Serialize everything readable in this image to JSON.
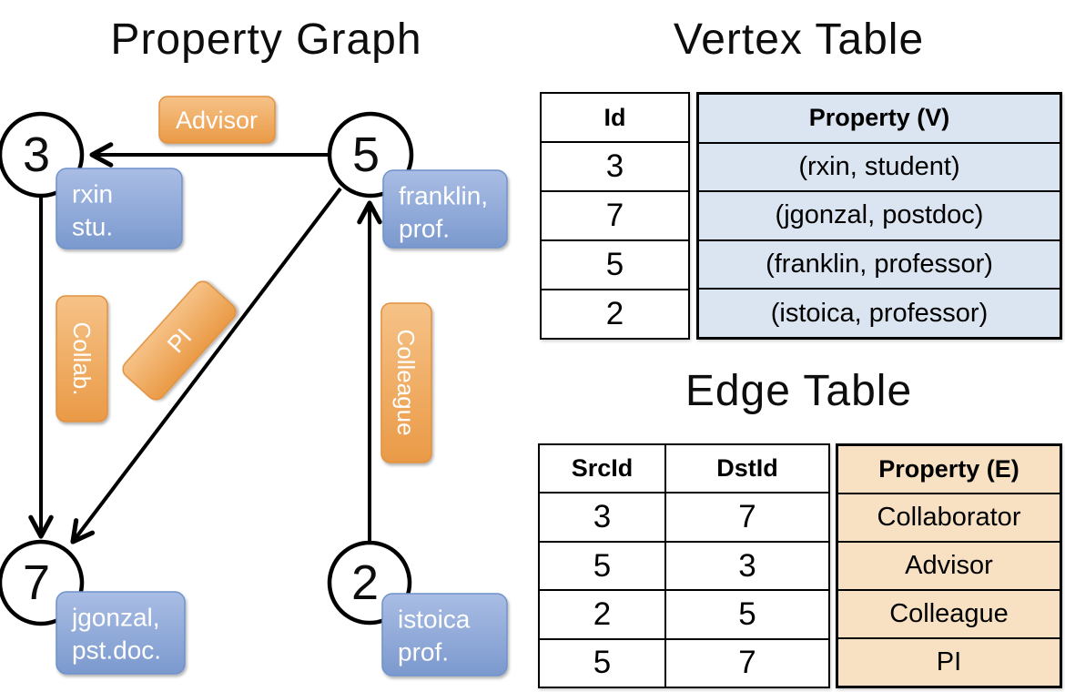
{
  "colors": {
    "edge_label_orange": "#EA9A46",
    "node_property_blue": "#7B99CE",
    "vertex_property_fill": "#DBE5F1",
    "edge_property_fill": "#F8E0C3",
    "line_black": "#000000"
  },
  "property_graph": {
    "title": "Property Graph",
    "nodes": [
      {
        "id": "3",
        "prop_line1": "rxin",
        "prop_line2": "stu."
      },
      {
        "id": "5",
        "prop_line1": "franklin,",
        "prop_line2": "prof."
      },
      {
        "id": "7",
        "prop_line1": "jgonzal,",
        "prop_line2": "pst.doc."
      },
      {
        "id": "2",
        "prop_line1": "istoica",
        "prop_line2": "prof."
      }
    ],
    "edge_labels": [
      {
        "label": "Advisor"
      },
      {
        "label": "Collab."
      },
      {
        "label": "PI"
      },
      {
        "label": "Colleague"
      }
    ]
  },
  "vertex_table": {
    "title": "Vertex Table",
    "headers": {
      "id": "Id",
      "property": "Property (V)"
    },
    "rows": [
      {
        "id": "3",
        "property": "(rxin, student)"
      },
      {
        "id": "7",
        "property": "(jgonzal, postdoc)"
      },
      {
        "id": "5",
        "property": "(franklin, professor)"
      },
      {
        "id": "2",
        "property": "(istoica, professor)"
      }
    ]
  },
  "edge_table": {
    "title": "Edge Table",
    "headers": {
      "src": "SrcId",
      "dst": "DstId",
      "property": "Property (E)"
    },
    "rows": [
      {
        "src": "3",
        "dst": "7",
        "property": "Collaborator"
      },
      {
        "src": "5",
        "dst": "3",
        "property": "Advisor"
      },
      {
        "src": "2",
        "dst": "5",
        "property": "Colleague"
      },
      {
        "src": "5",
        "dst": "7",
        "property": "PI"
      }
    ]
  }
}
